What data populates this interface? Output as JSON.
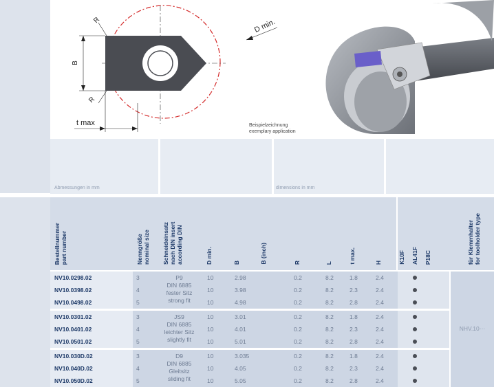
{
  "drawing": {
    "label_b": "B",
    "label_r_top": "R",
    "label_r_bottom": "R",
    "label_tmax": "t max",
    "label_dmin": "D min.",
    "caption_de": "Beispielzeichnung",
    "caption_en": "exemplary application"
  },
  "notes": {
    "dimensions_de": "Abmessungen in mm",
    "dimensions_en": "dimensions in mm"
  },
  "columns": {
    "part_de": "Bestellnummer",
    "part_en": "part number",
    "size_de": "Nenngröße",
    "size_en": "nominal size",
    "insert_de": "Schneideinsatz nach DIN",
    "insert_en": "insert according DIN",
    "dmin": "D min.",
    "b": "B",
    "binch": "B (inch)",
    "r": "R",
    "l": "L",
    "tmax": "t max.",
    "h": "H",
    "grade1": "K10F",
    "grade2": "AL41F",
    "grade3": "P18C",
    "holder_de": "für Klemmhalter",
    "holder_en": "for toolholder type"
  },
  "groups": [
    {
      "fit": [
        "P9",
        "DIN 6885",
        "fester Sitz",
        "strong fit"
      ],
      "rows": [
        {
          "part": "NV10.0298.02",
          "size": "3",
          "dmin": "10",
          "b": "2.98",
          "r": "0.2",
          "l": "8.2",
          "tmax": "1.8",
          "h": "2.4"
        },
        {
          "part": "NV10.0398.02",
          "size": "4",
          "dmin": "10",
          "b": "3.98",
          "r": "0.2",
          "l": "8.2",
          "tmax": "2.3",
          "h": "2.4"
        },
        {
          "part": "NV10.0498.02",
          "size": "5",
          "dmin": "10",
          "b": "4.98",
          "r": "0.2",
          "l": "8.2",
          "tmax": "2.8",
          "h": "2.4"
        }
      ]
    },
    {
      "fit": [
        "JS9",
        "DIN 6885",
        "leichter Sitz",
        "slightly fit"
      ],
      "rows": [
        {
          "part": "NV10.0301.02",
          "size": "3",
          "dmin": "10",
          "b": "3.01",
          "r": "0.2",
          "l": "8.2",
          "tmax": "1.8",
          "h": "2.4"
        },
        {
          "part": "NV10.0401.02",
          "size": "4",
          "dmin": "10",
          "b": "4.01",
          "r": "0.2",
          "l": "8.2",
          "tmax": "2.3",
          "h": "2.4"
        },
        {
          "part": "NV10.0501.02",
          "size": "5",
          "dmin": "10",
          "b": "5.01",
          "r": "0.2",
          "l": "8.2",
          "tmax": "2.8",
          "h": "2.4"
        }
      ]
    },
    {
      "fit": [
        "D9",
        "DIN 6885",
        "Gleitsitz",
        "sliding fit"
      ],
      "rows": [
        {
          "part": "NV10.030D.02",
          "size": "3",
          "dmin": "10",
          "b": "3.035",
          "r": "0.2",
          "l": "8.2",
          "tmax": "1.8",
          "h": "2.4"
        },
        {
          "part": "NV10.040D.02",
          "size": "4",
          "dmin": "10",
          "b": "4.05",
          "r": "0.2",
          "l": "8.2",
          "tmax": "2.3",
          "h": "2.4"
        },
        {
          "part": "NV10.050D.02",
          "size": "5",
          "dmin": "10",
          "b": "5.05",
          "r": "0.2",
          "l": "8.2",
          "tmax": "2.8",
          "h": "2.4"
        }
      ]
    }
  ],
  "holder": "NHV.10···",
  "colors": {
    "accent": "#1e3a68",
    "purple": "#6a5fc9",
    "dim_red": "#d42a2a"
  }
}
